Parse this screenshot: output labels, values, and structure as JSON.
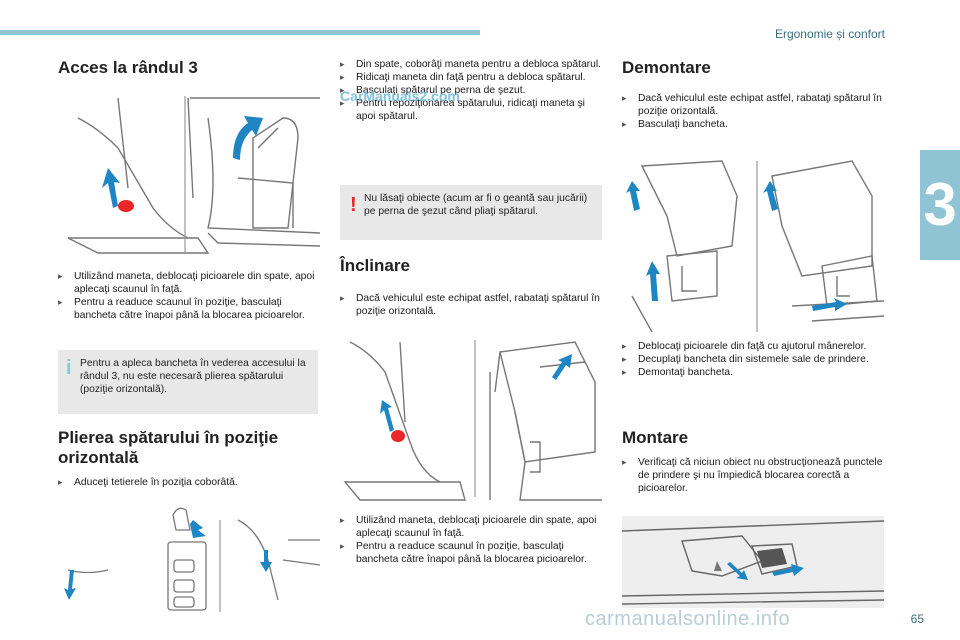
{
  "header": {
    "section_title": "Ergonomie și confort",
    "chapter_number": "3"
  },
  "page_number": "65",
  "watermarks": {
    "top": "CarManuals2.com",
    "bottom": "carmanualsonline.info"
  },
  "col1": {
    "title": "Acces la rândul 3",
    "steps": [
      "Utilizând maneta, deblocaţi picioarele din spate, apoi aplecaţi scaunul în faţă.",
      "Pentru a readuce scaunul în poziţie, basculaţi bancheta către înapoi până la blocarea picioarelor."
    ],
    "note": "Pentru a apleca bancheta în vederea accesului la rândul 3, nu este necesară plierea spătarului (poziţie orizontală).",
    "title2": "Plierea spătarului în poziţie orizontală",
    "steps2": [
      "Aduceţi tetierele în poziţia coborâtă."
    ]
  },
  "col2": {
    "steps": [
      "Din spate, coborâţi maneta pentru a debloca spătarul.",
      "Ridicaţi maneta din faţă pentru a debloca spătarul.",
      "Basculaţi spătarul pe perna de şezut.",
      "Pentru repoziţionarea spătarului, ridicaţi maneta şi apoi spătarul."
    ],
    "note": "Nu lăsaţi obiecte (acum ar fi o geantă sau jucării) pe perna de şezut când pliaţi spătarul.",
    "title": "Înclinare",
    "steps2": [
      "Dacă vehiculul este echipat astfel, rabataţi spătarul în poziţie orizontală."
    ],
    "steps3": [
      "Utilizând maneta, deblocaţi picioarele din spate, apoi aplecaţi scaunul în faţă.",
      "Pentru a readuce scaunul în poziţie, basculaţi bancheta către înapoi până la blocarea picioarelor."
    ]
  },
  "col3": {
    "title": "Demontare",
    "steps": [
      "Dacă vehiculul este echipat astfel, rabataţi spătarul în poziţie orizontală.",
      "Basculaţi bancheta."
    ],
    "steps2": [
      "Deblocaţi picioarele din faţă cu ajutorul mânerelor.",
      "Decuplaţi bancheta din sistemele sale de prindere.",
      "Demontaţi bancheta."
    ],
    "title2": "Montare",
    "steps3": [
      "Verificaţi că niciun obiect nu obstrucţionează punctele de prindere şi nu împiedică blocarea corectă a picioarelor."
    ]
  },
  "colors": {
    "accent": "#8ec4d3",
    "arrow_blue": "#1f86c4",
    "warning_red": "#e8262b",
    "note_bg": "#e8e8e8"
  }
}
